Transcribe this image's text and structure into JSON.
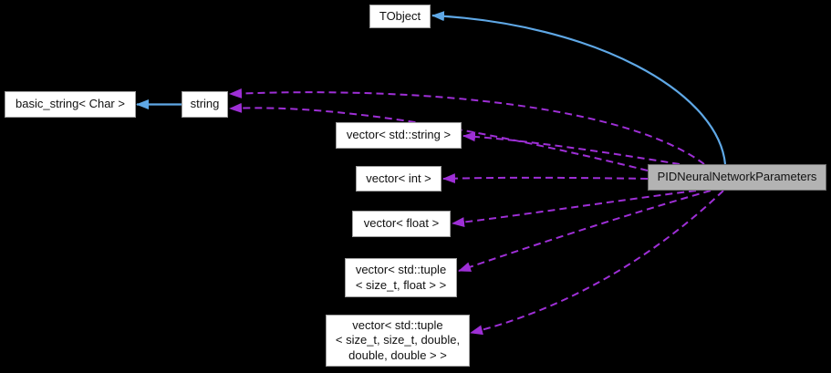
{
  "diagram": {
    "type": "collaboration-graph",
    "background_color": "#000000",
    "colors": {
      "node_fill": "#ffffff",
      "node_border": "#9f9f9f",
      "node_text": "#111111",
      "highlight_node_fill": "#b3b3b3",
      "highlight_node_border": "#6e6e6e",
      "inheritance_edge": "#5fa8e6",
      "usage_edge": "#9e2fd6"
    },
    "nodes": [
      {
        "id": "tobject",
        "label": "TObject"
      },
      {
        "id": "basic-string-char",
        "label": "basic_string< Char >"
      },
      {
        "id": "string",
        "label": "string"
      },
      {
        "id": "vector-std-string",
        "label": "vector< std::string >"
      },
      {
        "id": "vector-int",
        "label": "vector< int >"
      },
      {
        "id": "vector-float",
        "label": "vector< float >"
      },
      {
        "id": "vector-tuple-size-t-float",
        "label": "vector< std::tuple\n< size_t, float > >"
      },
      {
        "id": "vector-tuple-size-t-size-t-double-double-double",
        "label": "vector< std::tuple\n< size_t, size_t, double,\ndouble, double > >"
      },
      {
        "id": "pid-neural-network-parameters",
        "label": "PIDNeuralNetworkParameters",
        "highlighted": true
      }
    ],
    "edges": [
      {
        "from": "string",
        "to": "basic_string< Char >",
        "type": "inheritance",
        "style": "solid-blue"
      },
      {
        "from": "PIDNeuralNetworkParameters",
        "to": "TObject",
        "type": "inheritance",
        "style": "solid-blue"
      },
      {
        "from": "PIDNeuralNetworkParameters",
        "to": "string",
        "type": "usage",
        "style": "dashed-purple"
      },
      {
        "from": "PIDNeuralNetworkParameters",
        "to": "string",
        "type": "usage",
        "style": "dashed-purple"
      },
      {
        "from": "PIDNeuralNetworkParameters",
        "to": "vector< std::string >",
        "type": "usage",
        "style": "dashed-purple"
      },
      {
        "from": "PIDNeuralNetworkParameters",
        "to": "vector< int >",
        "type": "usage",
        "style": "dashed-purple"
      },
      {
        "from": "PIDNeuralNetworkParameters",
        "to": "vector< float >",
        "type": "usage",
        "style": "dashed-purple"
      },
      {
        "from": "PIDNeuralNetworkParameters",
        "to": "vector< std::tuple< size_t, float > >",
        "type": "usage",
        "style": "dashed-purple"
      },
      {
        "from": "PIDNeuralNetworkParameters",
        "to": "vector< std::tuple< size_t, size_t, double, double, double > >",
        "type": "usage",
        "style": "dashed-purple"
      }
    ]
  }
}
